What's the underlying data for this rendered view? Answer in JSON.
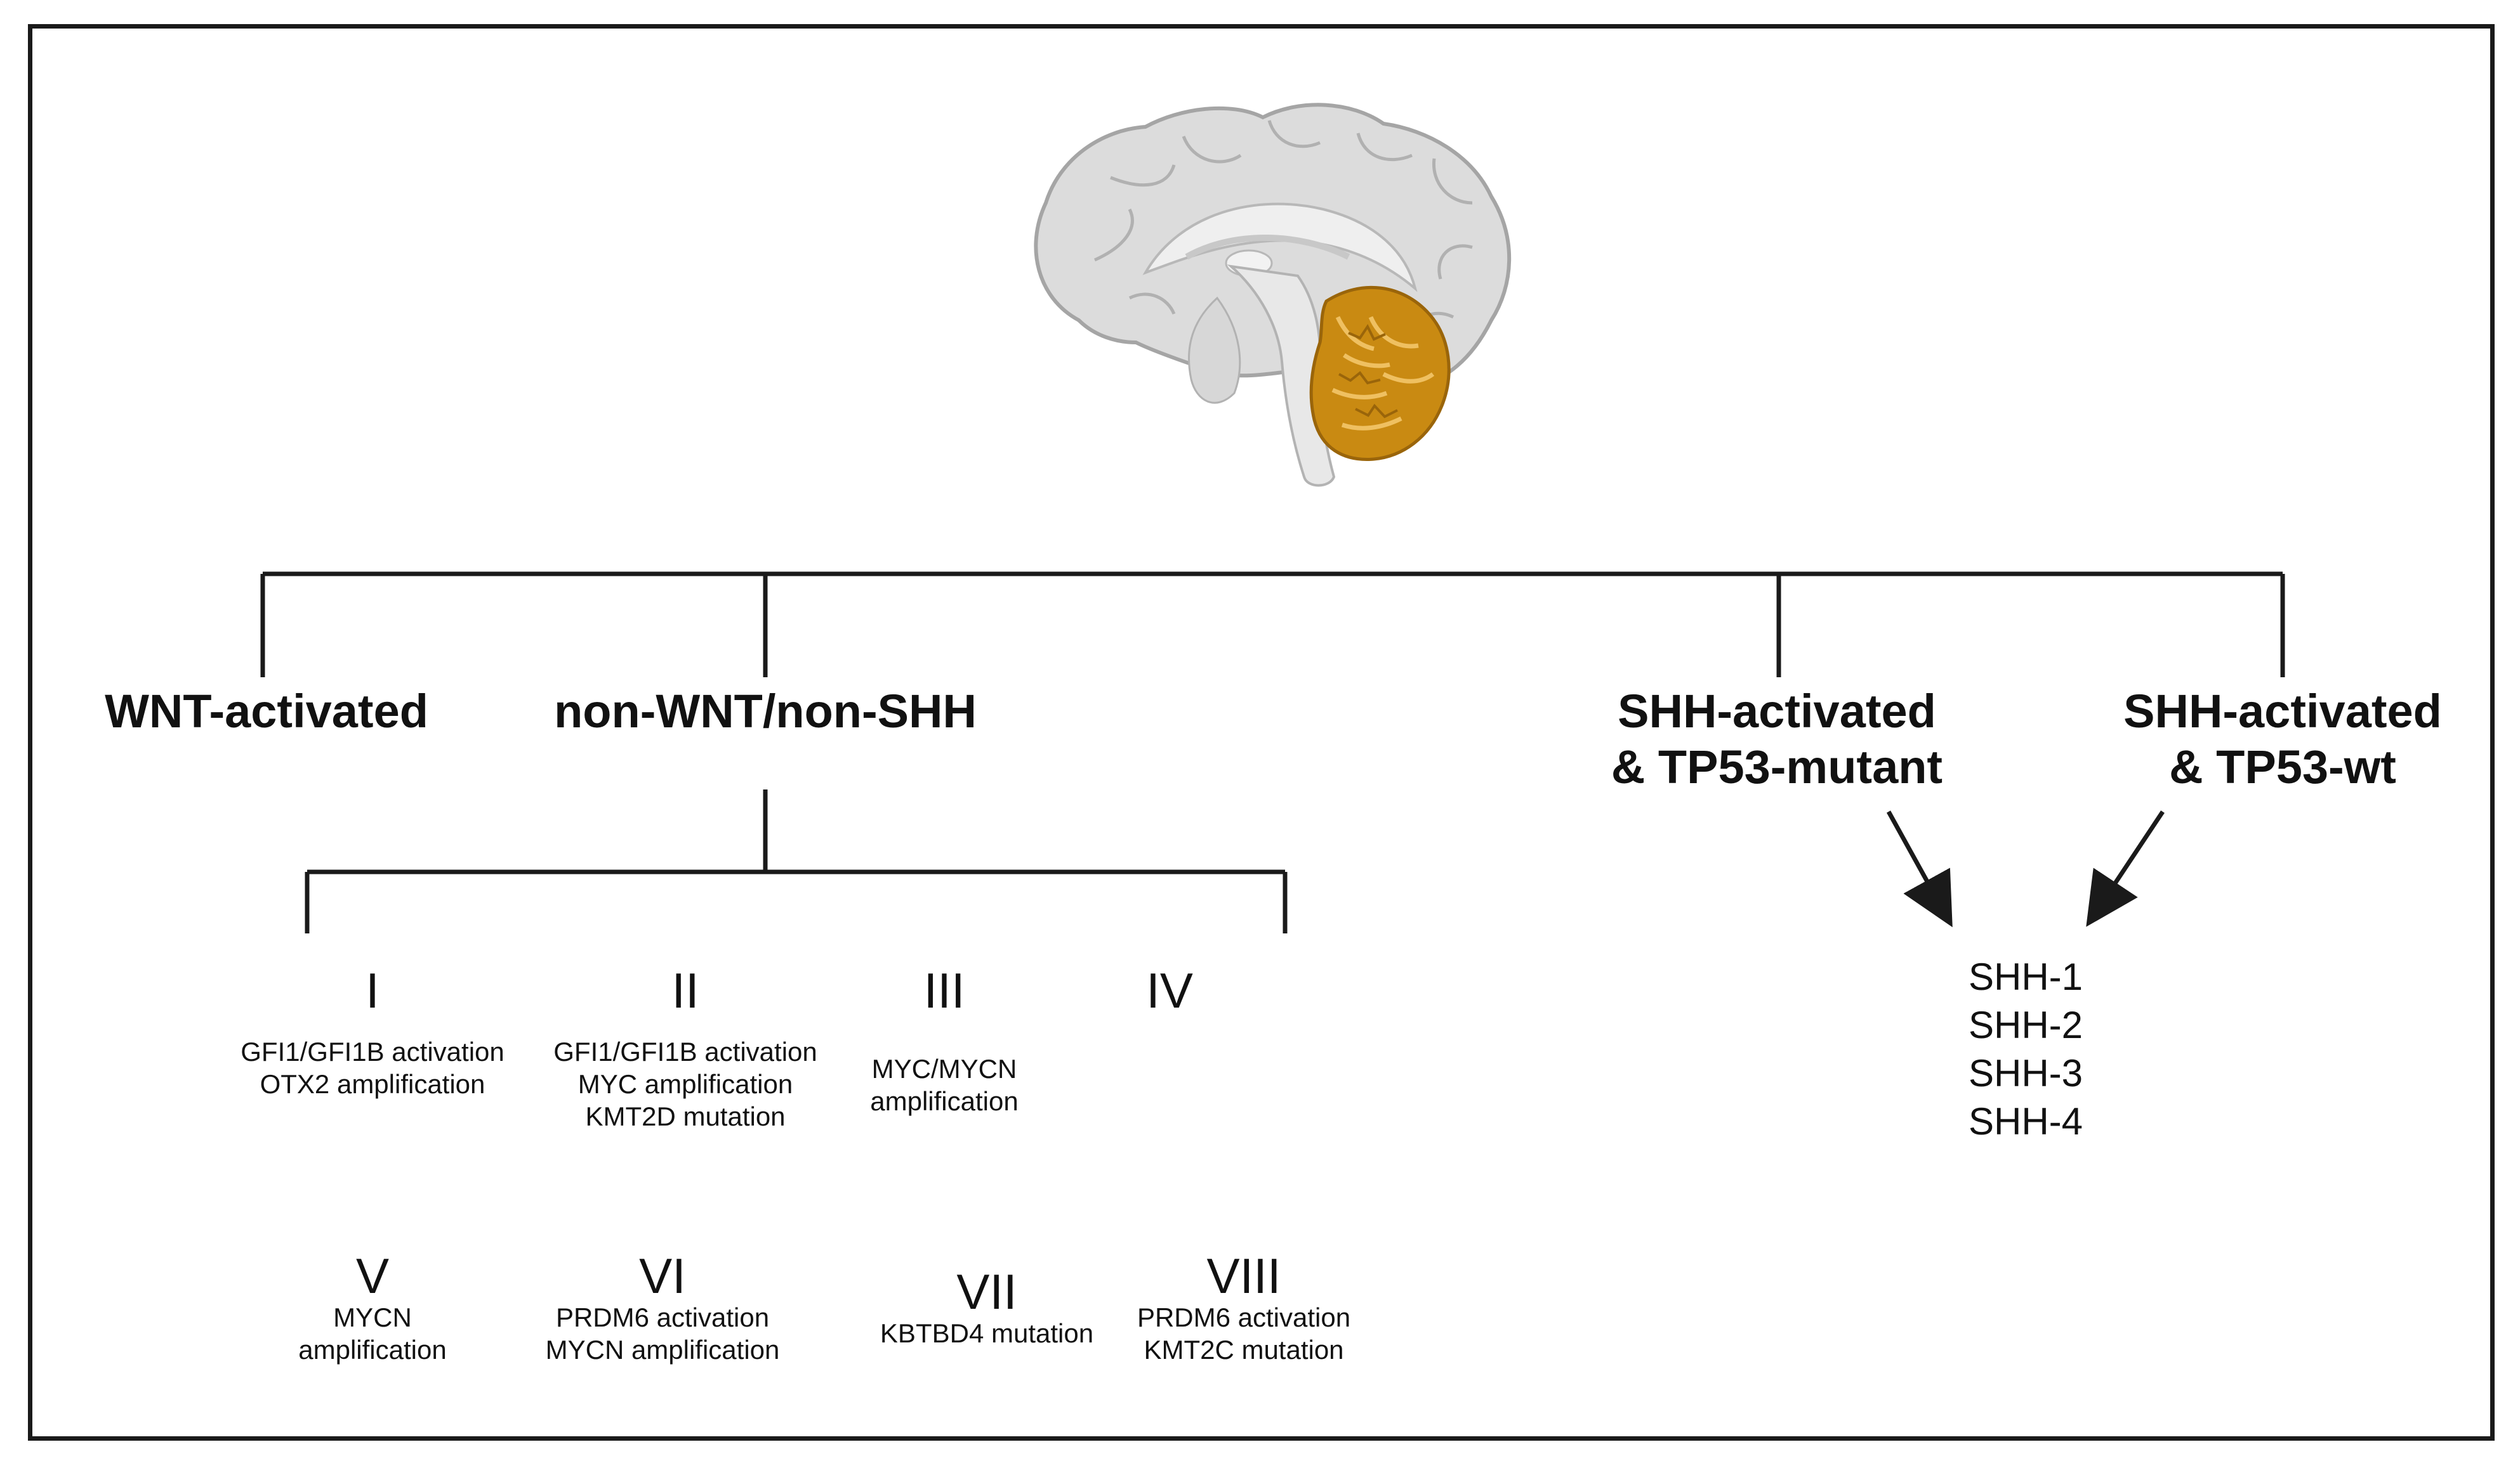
{
  "groups": {
    "wnt": {
      "label": "WNT-activated"
    },
    "non_wnt": {
      "label": "non-WNT/non-SHH"
    },
    "shh_tp53_mutant": {
      "line1": "SHH-activated",
      "line2": "& TP53-mutant"
    },
    "shh_tp53_wt": {
      "line1": "SHH-activated",
      "line2": "& TP53-wt"
    }
  },
  "subgroups": [
    {
      "roman": "I",
      "details": [
        "GFI1/GFI1B activation",
        "OTX2 amplification"
      ]
    },
    {
      "roman": "II",
      "details": [
        "GFI1/GFI1B activation",
        "MYC amplification",
        "KMT2D mutation"
      ]
    },
    {
      "roman": "III",
      "details": [
        "MYC/MYCN",
        "amplification"
      ]
    },
    {
      "roman": "IV",
      "details": []
    },
    {
      "roman": "V",
      "details": [
        "MYCN",
        "amplification"
      ]
    },
    {
      "roman": "VI",
      "details": [
        "PRDM6 activation",
        "MYCN amplification"
      ]
    },
    {
      "roman": "VII",
      "details": [
        "KBTBD4 mutation"
      ]
    },
    {
      "roman": "VIII",
      "details": [
        "PRDM6 activation",
        "KMT2C mutation"
      ]
    }
  ],
  "shh_subtypes": [
    "SHH-1",
    "SHH-2",
    "SHH-3",
    "SHH-4"
  ],
  "colors": {
    "brain": "#dcdcdc",
    "brain_outline": "#9f9f9f",
    "cerebellum": "#c98a12",
    "cerebellum_dark": "#9a650a",
    "line": "#1a1a1a"
  },
  "icons": {
    "brain": "brain-sagittal-icon",
    "cerebellum": "cerebellum-icon"
  }
}
